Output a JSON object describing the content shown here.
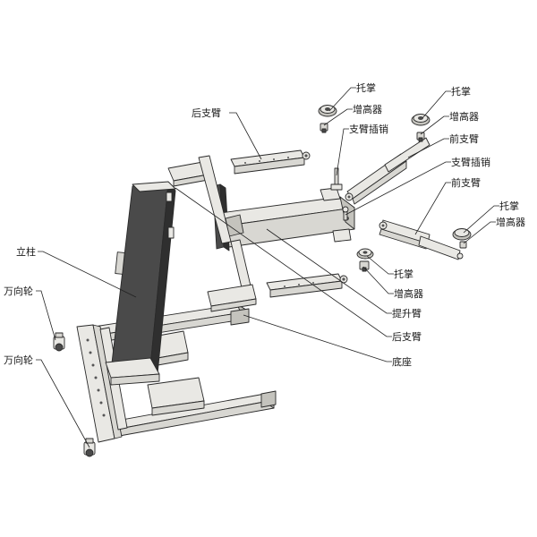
{
  "labels": {
    "houzhibei_top": "后支臂",
    "tuozhang_1": "托掌",
    "zenggaoqi_1": "增高器",
    "zhibei_chaxiao_1": "支臂插销",
    "tuozhang_2": "托掌",
    "zenggaoqi_2": "增高器",
    "qianzhibei_1": "前支臂",
    "zhibei_chaxiao_2": "支臂插销",
    "qianzhibei_2": "前支臂",
    "tuozhang_3": "托掌",
    "zenggaoqi_3": "增高器",
    "lizhu": "立柱",
    "tuozhang_4": "托掌",
    "zenggaoqi_4": "增高器",
    "wanxianglun_1": "万向轮",
    "tishengbei": "提升臂",
    "houzhibei_bottom": "后支臂",
    "wanxianglun_2": "万向轮",
    "dizuo": "底座"
  }
}
